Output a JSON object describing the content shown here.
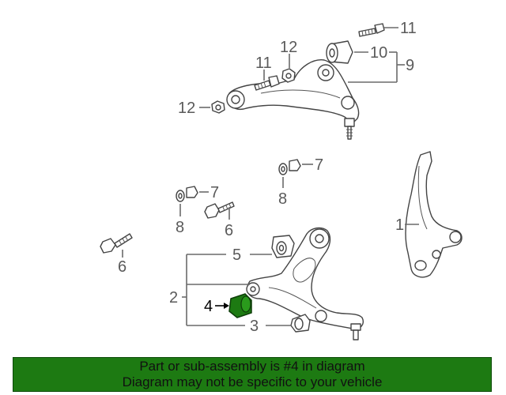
{
  "callouts": {
    "c1": "1",
    "c2": "2",
    "c3": "3",
    "c4": "4",
    "c5": "5",
    "c6a": "6",
    "c6b": "6",
    "c7a": "7",
    "c7b": "7",
    "c8a": "8",
    "c8b": "8",
    "c9": "9",
    "c10": "10",
    "c11a": "11",
    "c11b": "11",
    "c12a": "12",
    "c12b": "12"
  },
  "highlight_color": "#1d7a12",
  "banner": {
    "line1": "Part or sub-assembly is #4 in diagram",
    "line2": "Diagram may not be specific to your vehicle",
    "background": "#1d7a12"
  }
}
